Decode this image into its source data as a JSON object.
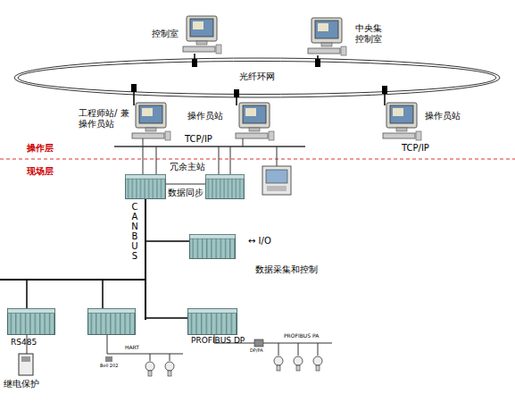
{
  "diagram": {
    "labels": [
      "控制室",
      "中央集 控制室",
      "光纤环网",
      "工程师站/ 兼操作员站",
      "操作员站",
      "操作员站",
      "TCP/IP",
      "TCP/IP",
      "操作层",
      "现场层",
      "冗余主站",
      "数据同步",
      "CAN BUS",
      "↔ I/O",
      "数据采集和控制",
      "RS485",
      "继电保护",
      "HART",
      "Bell 202",
      "PROFIBUS DP",
      "PROFIBUS PA",
      "DP/PA"
    ]
  }
}
